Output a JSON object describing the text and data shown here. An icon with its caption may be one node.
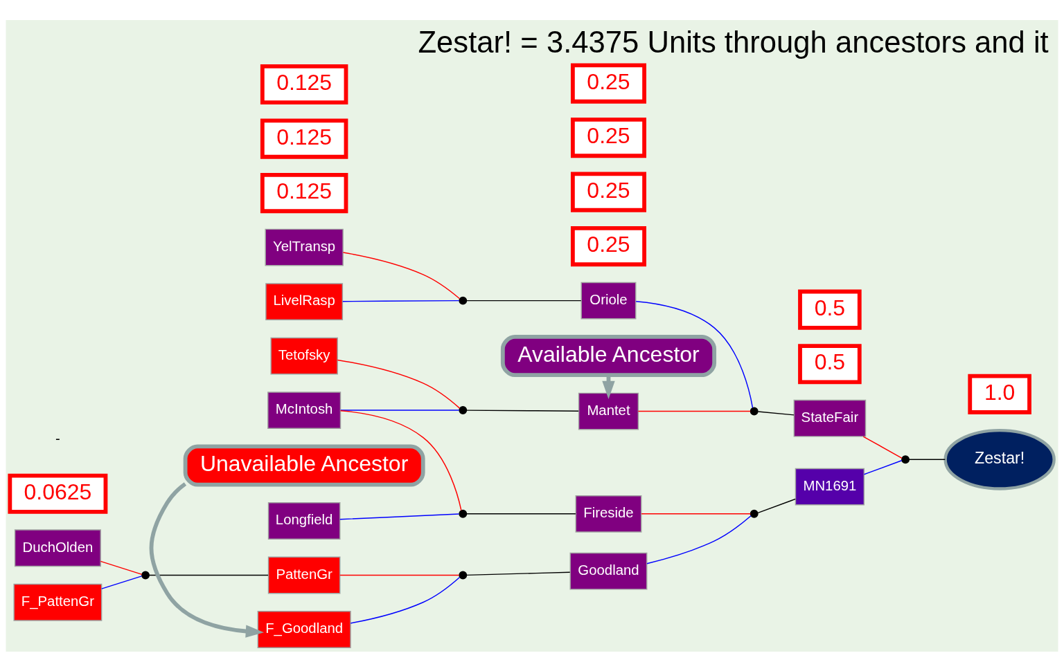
{
  "diagram": {
    "title": "Zestar! = 3.4375 Units through ancestors and it",
    "nodes": [
      {
        "text": [
          "Available Ancestor"
        ]
      },
      {
        "text": [
          "Tetofsky"
        ]
      },
      {
        "text": [
          "0.125"
        ]
      },
      {
        "text": [
          "McIntosh"
        ]
      },
      {
        "text": [
          "0.125"
        ]
      },
      {
        "text": [
          "YelTransp"
        ]
      },
      {
        "text": [
          "LivelRasp"
        ]
      },
      {
        "text": [
          "0.125"
        ]
      },
      {
        "text": [
          "Longfield"
        ]
      },
      {
        "text": [
          "0.0625"
        ]
      },
      {
        "text": [
          "DuchOlden"
        ]
      },
      {
        "text": [
          "F_PattenGr"
        ]
      },
      {
        "text": [],
        "shape": "cross"
      },
      {
        "text": [],
        "shape": "cross"
      },
      {
        "text": [],
        "shape": "cross"
      },
      {
        "text": [],
        "shape": "cross"
      },
      {
        "text": [
          "Mantet"
        ]
      },
      {
        "text": [
          "0.25"
        ]
      },
      {
        "text": [
          "Oriole"
        ]
      },
      {
        "text": [
          "0.25"
        ]
      },
      {
        "text": [
          "Fireside"
        ]
      },
      {
        "text": [
          "0.25"
        ]
      },
      {
        "text": [
          "PattenGr"
        ]
      },
      {
        "text": [
          "F_Goodland"
        ]
      },
      {
        "text": [],
        "shape": "cross"
      },
      {
        "text": [],
        "shape": "cross"
      },
      {
        "text": [
          "StateFair"
        ]
      },
      {
        "text": [
          "0.5"
        ]
      },
      {
        "text": [
          "Goodland"
        ]
      },
      {
        "text": [
          "0.25"
        ]
      },
      {
        "text": [],
        "shape": "cross"
      },
      {
        "text": [
          "MN1691"
        ]
      },
      {
        "text": [
          "0.5"
        ]
      },
      {
        "text": [],
        "shape": "cross"
      },
      {
        "text": [
          "Zestar!"
        ]
      },
      {
        "text": [
          "1.0"
        ]
      },
      {
        "text": [
          "Unavailable Ancestor"
        ]
      }
    ],
    "edges": [
      {
        "from": 1,
        "to": 12,
        "arrow": "none",
        "color": "#ff0000"
      },
      {
        "from": 3,
        "to": 12,
        "arrow": "none",
        "color": "#0000ff"
      },
      {
        "from": 5,
        "to": 13,
        "arrow": "none",
        "color": "#ff0000"
      },
      {
        "from": 6,
        "to": 13,
        "arrow": "none",
        "color": "#0000ff"
      },
      {
        "from": 3,
        "to": 14,
        "arrow": "none",
        "color": "#ff0000"
      },
      {
        "from": 8,
        "to": 14,
        "arrow": "none",
        "color": "#0000ff"
      },
      {
        "from": 10,
        "to": 15,
        "arrow": "none",
        "color": "#ff0000"
      },
      {
        "from": 11,
        "to": 15,
        "arrow": "none",
        "color": "#0000ff"
      },
      {
        "from": 12,
        "to": 16,
        "arrow": "none",
        "color": "#000000"
      },
      {
        "from": 13,
        "to": 18,
        "arrow": "none",
        "color": "#000000"
      },
      {
        "from": 14,
        "to": 20,
        "arrow": "none",
        "color": "#000000"
      },
      {
        "from": 15,
        "to": 22,
        "arrow": "none",
        "color": "#000000"
      },
      {
        "from": 16,
        "to": 24,
        "arrow": "none",
        "color": "#ff0000"
      },
      {
        "from": 18,
        "to": 24,
        "arrow": "none",
        "color": "#0000ff"
      },
      {
        "from": 22,
        "to": 25,
        "arrow": "none",
        "color": "#ff0000"
      },
      {
        "from": 23,
        "to": 25,
        "arrow": "none",
        "color": "#0000ff"
      },
      {
        "from": 24,
        "to": 26,
        "arrow": "none",
        "color": "#000000"
      },
      {
        "from": 25,
        "to": 28,
        "arrow": "none",
        "color": "#000000"
      },
      {
        "from": 20,
        "to": 30,
        "arrow": "none",
        "color": "#ff0000"
      },
      {
        "from": 28,
        "to": 30,
        "arrow": "none",
        "color": "#0000ff"
      },
      {
        "from": 30,
        "to": 31,
        "arrow": "none",
        "color": "#000000"
      },
      {
        "from": 26,
        "to": 33,
        "arrow": "none",
        "color": "#ff0000"
      },
      {
        "from": 31,
        "to": 33,
        "arrow": "none",
        "color": "#0000ff"
      },
      {
        "from": 33,
        "to": 34,
        "arrow": "none",
        "color": "#000000"
      },
      {
        "from": 0,
        "to": 16,
        "arrow": "to",
        "style": "thick",
        "color": "#8fa3a3"
      },
      {
        "from": 36,
        "to": 23,
        "arrow": "to",
        "style": "thick",
        "color": "#8fa3a3"
      }
    ],
    "labels": [
      "-"
    ]
  }
}
